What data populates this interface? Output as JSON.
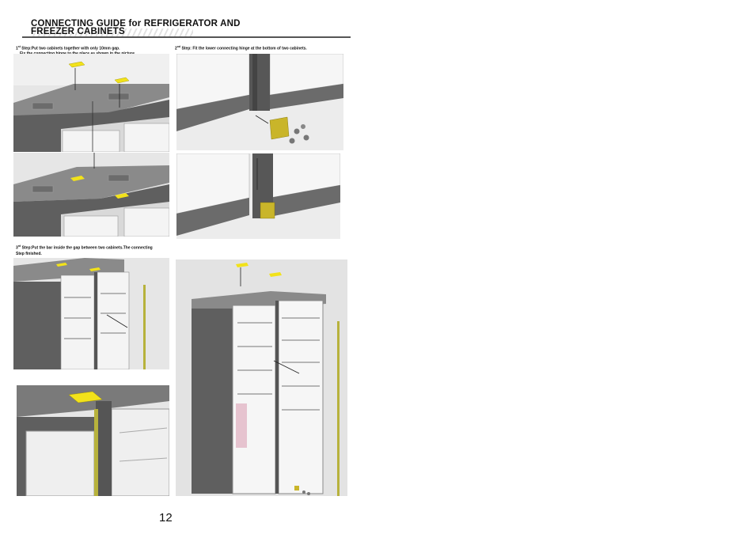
{
  "header": {
    "title_line1": "CONNECTING GUIDE for REFRIGERATOR AND",
    "title_line2": "FREEZER CABINETS"
  },
  "steps": {
    "step1_num": "1",
    "step1_sup": "st",
    "step1_line1": "Step:Put two cabinets together with only 10mm gap.",
    "step1_line2": "Fix the connecting hinge to the place as shown in the picture.",
    "step2_num": "2",
    "step2_sup": "nd",
    "step2_text": "Step: Fit the lower connecting hinge at the bottom of two cabinets.",
    "step3_num": "3",
    "step3_sup": "rd",
    "step3_text": "Step:Put the bar inside the gap between two cabinets.The connecting",
    "step3_text2": "Step finished."
  },
  "page": {
    "number": "12"
  },
  "colors": {
    "hinge_yellow": "#f2e21a",
    "cabinet_gray": "#6e6e6e",
    "bar_olive": "#b7b23c"
  }
}
